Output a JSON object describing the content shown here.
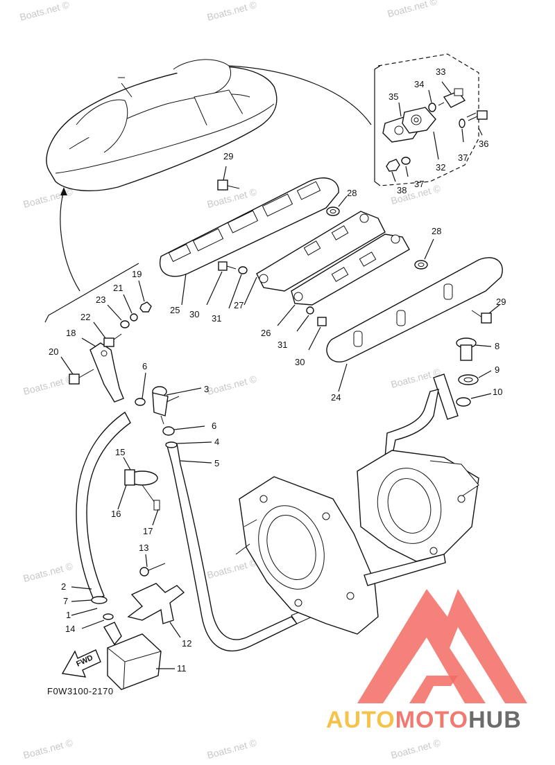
{
  "diagram_code": "F0W3100-2170",
  "direction_label": "FWD",
  "watermark_text": "Boats.net ©",
  "brand": {
    "part1": "AUTO",
    "part2": "MOTO",
    "part3": "HUB"
  },
  "colors": {
    "brand_yellow": "#f5c34a",
    "brand_red": "#f07a72",
    "brand_gray": "#6b6b6b",
    "logo_red": "#f26b63"
  },
  "callouts": {
    "n1": "1",
    "n2": "2",
    "n3": "3",
    "n4": "4",
    "n5": "5",
    "n6a": "6",
    "n6b": "6",
    "n7": "7",
    "n8": "8",
    "n9": "9",
    "n10": "10",
    "n11": "11",
    "n12": "12",
    "n13": "13",
    "n14": "14",
    "n15": "15",
    "n16": "16",
    "n17": "17",
    "n18": "18",
    "n19": "19",
    "n20": "20",
    "n21": "21",
    "n22": "22",
    "n23": "23",
    "n24": "24",
    "n25": "25",
    "n26": "26",
    "n27": "27",
    "n28a": "28",
    "n28b": "28",
    "n29a": "29",
    "n29b": "29",
    "n30a": "30",
    "n30b": "30",
    "n31a": "31",
    "n31b": "31",
    "n32": "32",
    "n33": "33",
    "n34": "34",
    "n35": "35",
    "n36": "36",
    "n37a": "37",
    "n37b": "37",
    "n38": "38"
  }
}
